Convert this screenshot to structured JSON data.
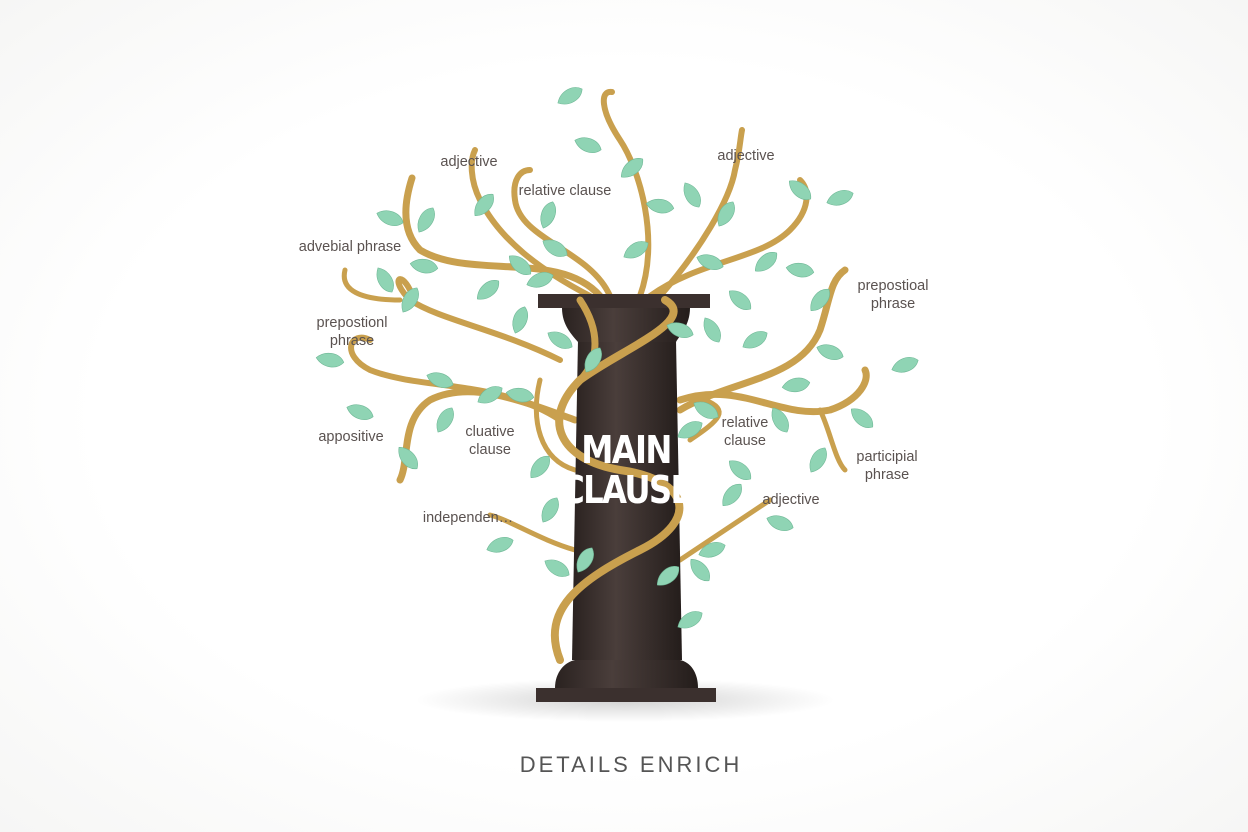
{
  "pillar_text": {
    "line1": "MAIN",
    "line2": "CLAUSE"
  },
  "labels": [
    {
      "text": "adjective"
    },
    {
      "text": "relative clause"
    },
    {
      "text": "adjective"
    },
    {
      "text": "advebial phrase"
    },
    {
      "text": "prepostionl\nphrase"
    },
    {
      "text": "prepostioal\nphrase"
    },
    {
      "text": "appositive"
    },
    {
      "text": "cluative\nclause"
    },
    {
      "text": "relative\nclause"
    },
    {
      "text": "participial\nphrase"
    },
    {
      "text": "independen…"
    },
    {
      "text": "adjective"
    }
  ],
  "caption": "DETAILS ENRICH",
  "colors": {
    "pillar": "#3b302e",
    "vine": "#c9a04e",
    "leaf": "#8fd4b4",
    "text": "#5a5250"
  }
}
